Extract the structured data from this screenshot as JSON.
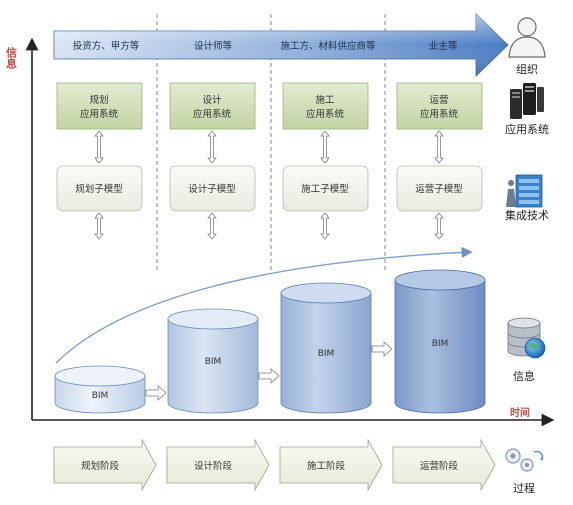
{
  "axes": {
    "y_label": "信息",
    "x_label": "时间"
  },
  "organization_banner": {
    "segments": [
      "投资方、甲方等",
      "设计师等",
      "施工方、材料供应商等",
      "业主等"
    ]
  },
  "systems": [
    {
      "line1": "规划",
      "line2": "应用系统"
    },
    {
      "line1": "设计",
      "line2": "应用系统"
    },
    {
      "line1": "施工",
      "line2": "应用系统"
    },
    {
      "line1": "运营",
      "line2": "应用系统"
    }
  ],
  "sub_models": [
    "规划子模型",
    "设计子模型",
    "施工子模型",
    "运营子模型"
  ],
  "bim_cylinders": [
    "BIM",
    "BIM",
    "BIM",
    "BIM"
  ],
  "stages": [
    "规划阶段",
    "设计阶段",
    "施工阶段",
    "运营阶段"
  ],
  "right_labels": {
    "organization": "组织",
    "application": "应用系统",
    "integration": "集成技术",
    "information": "信息",
    "process": "过程"
  },
  "icons": {
    "organization": "person-icon",
    "application": "server-tower-icon",
    "integration": "network-rack-icon",
    "information": "database-globe-icon",
    "process": "process-gears-icon"
  },
  "colors": {
    "banner_start": "#c9d9ee",
    "banner_end": "#4f7fc0",
    "system_box": "#cfdcb3",
    "submodel_box": "#f3f4ef",
    "cylinder_light": "#dde7f4",
    "cylinder_dark": "#6f8fbe",
    "stage_arrow": "#eef2e6",
    "label_red": "#c0504d"
  }
}
